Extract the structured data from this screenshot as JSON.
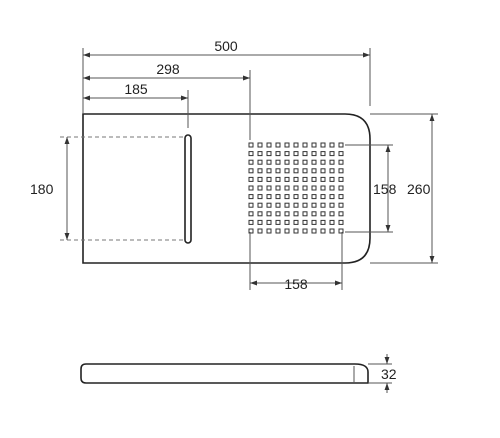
{
  "dimensions": {
    "overall_length": "500",
    "grid_start": "298",
    "slot_position": "185",
    "slot_depth": "180",
    "grid_height": "158",
    "overall_width": "260",
    "grid_width": "158",
    "thickness": "32"
  },
  "grid": {
    "rows": 11,
    "cols": 11
  },
  "colors": {
    "line": "#222222",
    "background": "#ffffff"
  }
}
